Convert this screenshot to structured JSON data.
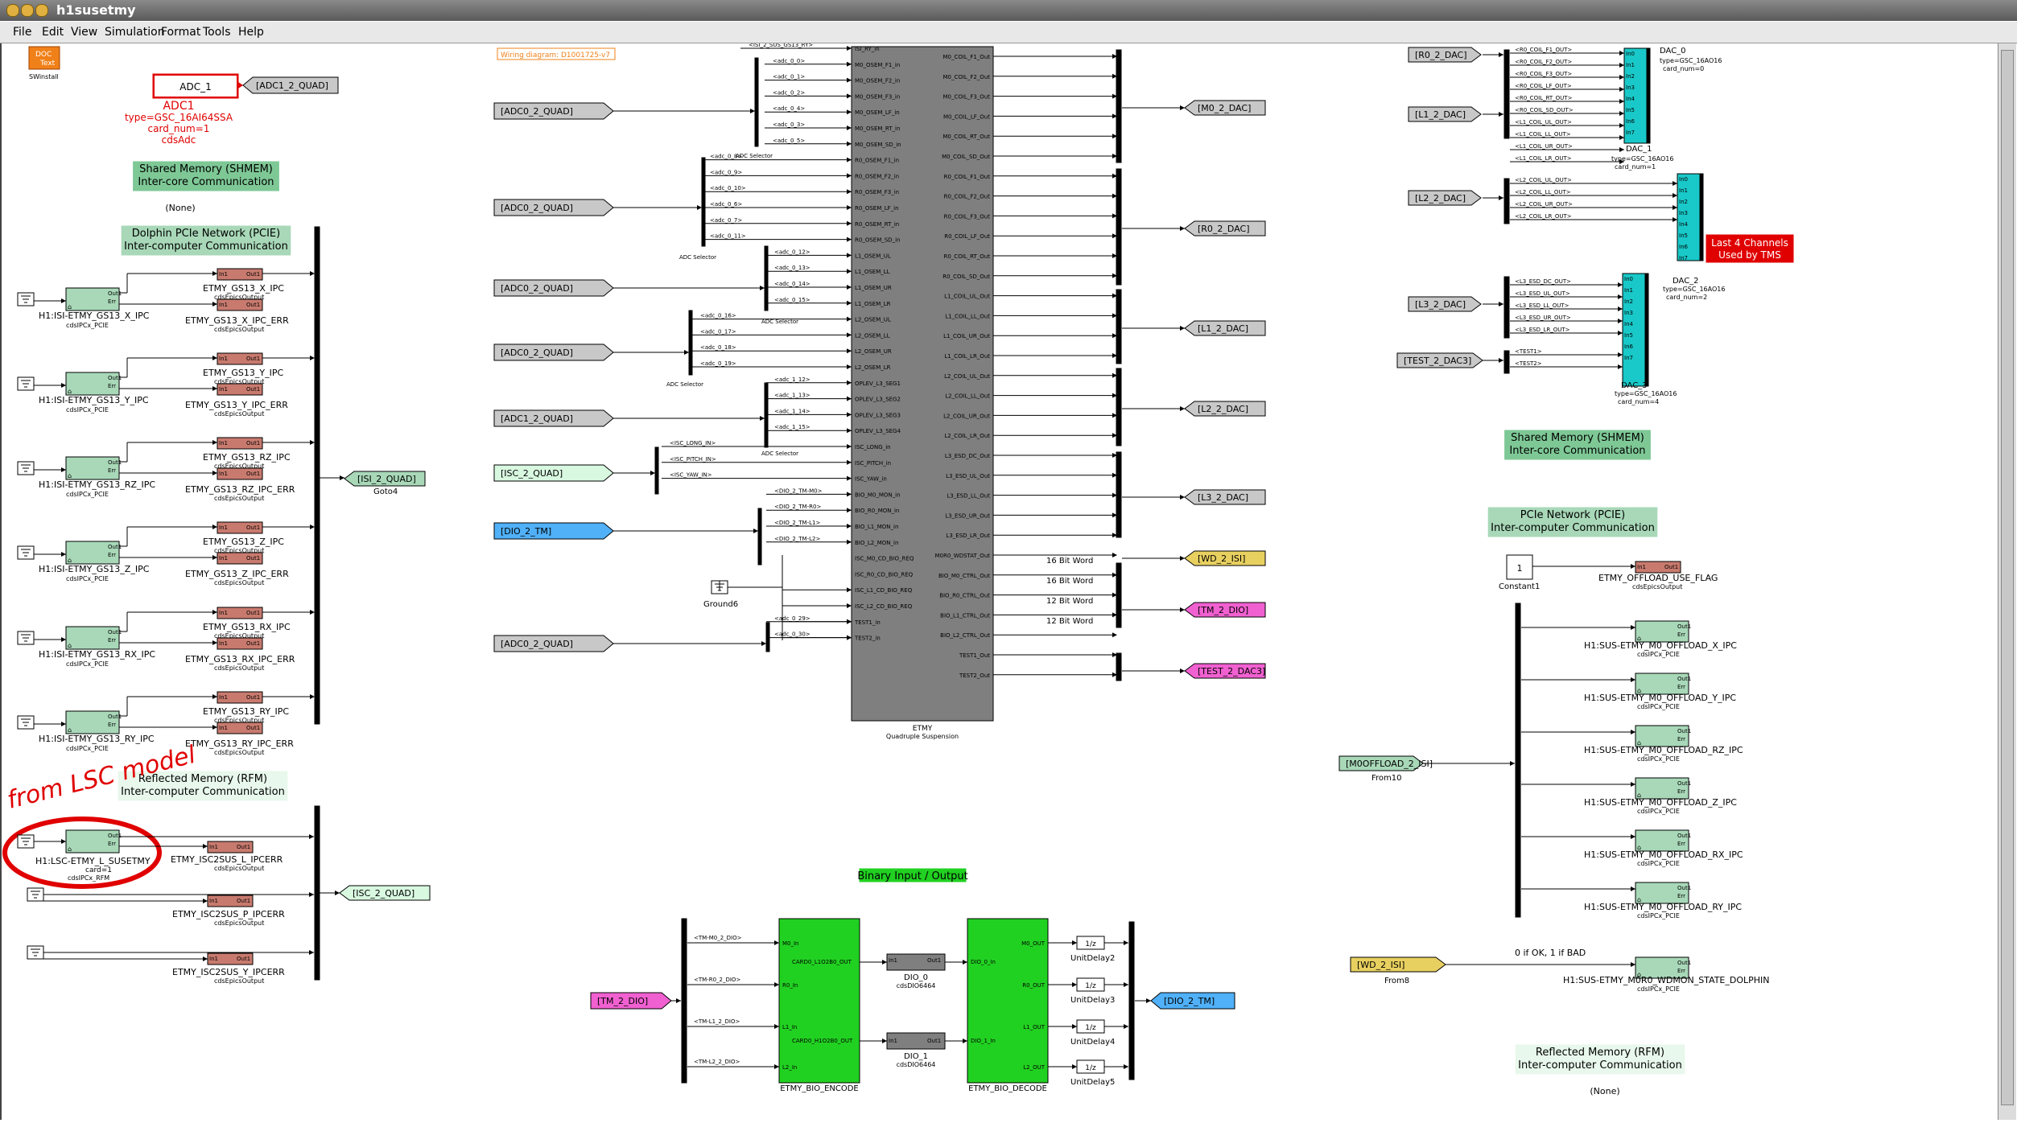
{
  "window": {
    "title": "h1susetmy"
  },
  "menu": [
    "File",
    "Edit",
    "View",
    "Simulation",
    "Format",
    "Tools",
    "Help"
  ],
  "doc_block": {
    "line1": "DOC",
    "line2": "Text",
    "caption": "SWinstall"
  },
  "adc_block": {
    "label": "ADC_1",
    "goto": "[ADC1_2_QUAD]",
    "lines": [
      "ADC1",
      "type=GSC_16AI64SSA",
      "card_num=1",
      "cdsAdc"
    ]
  },
  "wiring_note": "Wiring diagram: D1001725-v7",
  "annotations": {
    "shmem_left": [
      "Shared Memory (SHMEM)",
      "Inter-core Communication"
    ],
    "none_left": "(None)",
    "dolphin": [
      "Dolphin PCIe Network (PCIE)",
      "Inter-computer Communication"
    ],
    "rfm_left": [
      "Reflected Memory (RFM)",
      "Inter-computer Communication"
    ],
    "handwritten": "from LSC model",
    "binary_io": "Binary Input / Output",
    "shmem_right": [
      "Shared Memory (SHMEM)",
      "Inter-core Communication"
    ],
    "pcie_right": [
      "PCIe Network (PCIE)",
      "Inter-computer Communication"
    ],
    "rfm_right": [
      "Reflected Memory (RFM)",
      "Inter-computer Communication"
    ],
    "none_right": "(None)",
    "last4": [
      "Last 4 Channels",
      "Used by TMS"
    ],
    "zero_one": "0 if OK, 1 if BAD"
  },
  "ipc_rows": [
    {
      "ipc": "H1:ISI-ETMY_GS13_X_IPC",
      "epics": "ETMY_GS13_X_IPC",
      "err": "ETMY_GS13_X_IPC_ERR"
    },
    {
      "ipc": "H1:ISI-ETMY_GS13_Y_IPC",
      "epics": "ETMY_GS13_Y_IPC",
      "err": "ETMY_GS13_Y_IPC_ERR"
    },
    {
      "ipc": "H1:ISI-ETMY_GS13_RZ_IPC",
      "epics": "ETMY_GS13_RZ_IPC",
      "err": "ETMY_GS13_RZ_IPC_ERR"
    },
    {
      "ipc": "H1:ISI-ETMY_GS13_Z_IPC",
      "epics": "ETMY_GS13_Z_IPC",
      "err": "ETMY_GS13_Z_IPC_ERR"
    },
    {
      "ipc": "H1:ISI-ETMY_GS13_RX_IPC",
      "epics": "ETMY_GS13_RX_IPC",
      "err": "ETMY_GS13_RX_IPC_ERR"
    },
    {
      "ipc": "H1:ISI-ETMY_GS13_RY_IPC",
      "epics": "ETMY_GS13_RY_IPC",
      "err": "ETMY_GS13_RY_IPC_ERR"
    }
  ],
  "ipc_sub": {
    "pcie": "cdsIPCx_PCIE",
    "epics": "cdsEpicsOutput",
    "rfm": "cdsIPCx_RFM"
  },
  "isi_goto": {
    "label": "[ISI_2_QUAD]",
    "caption": "Goto4"
  },
  "lsc_rows": [
    {
      "ipc": "H1:LSC-ETMY_L_SUSETMY",
      "card": "card=1",
      "err": "ETMY_ISC2SUS_L_IPCERR"
    },
    {
      "err": "ETMY_ISC2SUS_P_IPCERR"
    },
    {
      "err": "ETMY_ISC2SUS_Y_IPCERR"
    }
  ],
  "isc_goto": "[ISC_2_QUAD]",
  "froms_left": [
    "[ADC0_2_QUAD]",
    "[ADC0_2_QUAD]",
    "[ADC0_2_QUAD]",
    "[ADC0_2_QUAD]",
    "[ADC1_2_QUAD]",
    "[ISC_2_QUAD]",
    "[DIO_2_TM]",
    "[ADC0_2_QUAD]"
  ],
  "selector_label": "ADC Selector",
  "ground": "Ground6",
  "etmy": {
    "name": "ETMY",
    "type": "Quadruple Suspension",
    "inputs": [
      "ISI_RY_in",
      "M0_OSEM_F1_in",
      "M0_OSEM_F2_in",
      "M0_OSEM_F3_in",
      "M0_OSEM_LF_in",
      "M0_OSEM_RT_in",
      "M0_OSEM_SD_in",
      "R0_OSEM_F1_in",
      "R0_OSEM_F2_in",
      "R0_OSEM_F3_in",
      "R0_OSEM_LF_in",
      "R0_OSEM_RT_in",
      "R0_OSEM_SD_in",
      "L1_OSEM_UL",
      "L1_OSEM_LL",
      "L1_OSEM_UR",
      "L1_OSEM_LR",
      "L2_OSEM_UL",
      "L2_OSEM_LL",
      "L2_OSEM_UR",
      "L2_OSEM_LR",
      "OPLEV_L3_SEG1",
      "OPLEV_L3_SEG2",
      "OPLEV_L3_SEG3",
      "OPLEV_L3_SEG4",
      "ISC_LONG_in",
      "ISC_PITCH_in",
      "ISC_YAW_in",
      "BIO_M0_MON_in",
      "BIO_R0_MON_in",
      "BIO_L1_MON_in",
      "BIO_L2_MON_in",
      "ISC_M0_CD_BIO_REQ",
      "ISC_R0_CD_BIO_REQ",
      "ISC_L1_CD_BIO_REQ",
      "ISC_L2_CD_BIO_REQ",
      "TEST1_in",
      "TEST2_in"
    ],
    "outputs": [
      "M0_COIL_F1_Out",
      "M0_COIL_F2_Out",
      "M0_COIL_F3_Out",
      "M0_COIL_LF_Out",
      "M0_COIL_RT_Out",
      "M0_COIL_SD_Out",
      "R0_COIL_F1_Out",
      "R0_COIL_F2_Out",
      "R0_COIL_F3_Out",
      "R0_COIL_LF_Out",
      "R0_COIL_RT_Out",
      "R0_COIL_SD_Out",
      "L1_COIL_UL_Out",
      "L1_COIL_LL_Out",
      "L1_COIL_UR_Out",
      "L1_COIL_LR_Out",
      "L2_COIL_UL_Out",
      "L2_COIL_LL_Out",
      "L2_COIL_UR_Out",
      "L2_COIL_LR_Out",
      "L3_ESD_DC_Out",
      "L3_ESD_UL_Out",
      "L3_ESD_LL_Out",
      "L3_ESD_UR_Out",
      "L3_ESD_LR_Out",
      "M0R0_WDSTAT_Out",
      "BIO_M0_CTRL_Out",
      "BIO_R0_CTRL_Out",
      "BIO_L1_CTRL_Out",
      "BIO_L2_CTRL_Out",
      "TEST1_Out",
      "TEST2_Out"
    ]
  },
  "adc_signals": [
    "<ISI_2_SUS_GS13_RY>",
    "<adc_0_0>",
    "<adc_0_1>",
    "<adc_0_2>",
    "<adc_0_4>",
    "<adc_0_3>",
    "<adc_0_5>",
    "<adc_0_8>",
    "<adc_0_9>",
    "<adc_0_10>",
    "<adc_0_6>",
    "<adc_0_7>",
    "<adc_0_11>",
    "<adc_0_12>",
    "<adc_0_13>",
    "<adc_0_14>",
    "<adc_0_15>",
    "<adc_0_16>",
    "<adc_0_17>",
    "<adc_0_18>",
    "<adc_0_19>",
    "<adc_1_12>",
    "<adc_1_13>",
    "<adc_1_14>",
    "<adc_1_15>",
    "<ISC_LONG_IN>",
    "<ISC_PITCH_IN>",
    "<ISC_YAW_IN>",
    "<DIO_2_TM-M0>",
    "<DIO_2_TM-R0>",
    "<DIO_2_TM-L1>",
    "<DIO_2_TM-L2>",
    "",
    "",
    "",
    "",
    "<adc_0_29>",
    "<adc_0_30>"
  ],
  "gotos_right": [
    "[M0_2_DAC]",
    "[R0_2_DAC]",
    "[L1_2_DAC]",
    "[L2_2_DAC]",
    "[L3_2_DAC]",
    "[WD_2_ISI]",
    "[TM_2_DIO]",
    "[TEST_2_DAC3]"
  ],
  "word_labels": [
    "16 Bit Word",
    "16 Bit Word",
    "12 Bit Word",
    "12 Bit Word"
  ],
  "dac_froms": [
    "[R0_2_DAC]",
    "[L1_2_DAC]",
    "[L2_2_DAC]",
    "[L3_2_DAC]",
    "[TEST_2_DAC3]"
  ],
  "dac_signals": [
    [
      "<R0_COIL_F1_OUT>",
      "<R0_COIL_F2_OUT>",
      "<R0_COIL_F3_OUT>",
      "<R0_COIL_LF_OUT>",
      "<R0_COIL_RT_OUT>",
      "<R0_COIL_SD_OUT>",
      "<L1_COIL_UL_OUT>",
      "<L1_COIL_LL_OUT>",
      "<L1_COIL_UR_OUT>",
      "<L1_COIL_LR_OUT>"
    ],
    [
      "<L2_COIL_UL_OUT>",
      "<L2_COIL_LL_OUT>",
      "<L2_COIL_UR_OUT>",
      "<L2_COIL_LR_OUT>"
    ],
    [
      "<L3_ESD_DC_OUT>",
      "<L3_ESD_UL_OUT>",
      "<L3_ESD_LL_OUT>",
      "<L3_ESD_UR_OUT>",
      "<L3_ESD_LR_OUT>",
      "<TEST1>",
      "<TEST2>"
    ]
  ],
  "dacs": [
    {
      "name": "DAC_0",
      "type": "type=GSC_16AO16",
      "card": "card_num=0"
    },
    {
      "name": "DAC_1",
      "type": "type=GSC_16AO16",
      "card": "card_num=1"
    },
    {
      "name": "DAC_2",
      "type": "type=GSC_16AO16",
      "card": "card_num=2"
    },
    {
      "name": "DAC_3",
      "type": "type=GSC_16AO16",
      "card": "card_num=4"
    }
  ],
  "dac_ports": [
    "In0",
    "In1",
    "In2",
    "In3",
    "In4",
    "In5",
    "In6",
    "In7"
  ],
  "constant": {
    "value": "1",
    "caption": "Constant1",
    "epics": "ETMY_OFFLOAD_USE_FLAG"
  },
  "offload_from": {
    "label": "[M0OFFLOAD_2_ISI]",
    "caption": "From10"
  },
  "offload_rows": [
    "H1:SUS-ETMY_M0_OFFLOAD_X_IPC",
    "H1:SUS-ETMY_M0_OFFLOAD_Y_IPC",
    "H1:SUS-ETMY_M0_OFFLOAD_RZ_IPC",
    "H1:SUS-ETMY_M0_OFFLOAD_Z_IPC",
    "H1:SUS-ETMY_M0_OFFLOAD_RX_IPC",
    "H1:SUS-ETMY_M0_OFFLOAD_RY_IPC"
  ],
  "wd_from": {
    "label": "[WD_2_ISI]",
    "caption": "From8",
    "target": "H1:SUS-ETMY_M0R0_WDMON_STATE_DOLPHIN"
  },
  "bio": {
    "from_tm": "[TM_2_DIO]",
    "in_signals": [
      "<TM-M0_2_DIO>",
      "<TM-R0_2_DIO>",
      "<TM-L1_2_DIO>",
      "<TM-L2_2_DIO>"
    ],
    "encode": {
      "name": "ETMY_BIO_ENCODE",
      "ports_in": [
        "M0_In",
        "R0_In",
        "L1_In",
        "L2_In"
      ],
      "ports_out": [
        "CARD0_L1O2B0_OUT",
        "CARD0_H1O2B0_OUT"
      ]
    },
    "dio0": {
      "name": "DIO_0",
      "type": "cdsDIO6464"
    },
    "dio1": {
      "name": "DIO_1",
      "type": "cdsDIO6464"
    },
    "decode": {
      "name": "ETMY_BIO_DECODE",
      "ports_in": [
        "DIO_0_In",
        "DIO_1_In"
      ],
      "ports_out": [
        "M0_OUT",
        "R0_OUT",
        "L1_OUT",
        "L2_OUT"
      ]
    },
    "delays": [
      "UnitDelay2",
      "UnitDelay3",
      "UnitDelay4",
      "UnitDelay5"
    ],
    "goto": "[DIO_2_TM]"
  },
  "port_labels": {
    "out1": "Out1",
    "err": "Err",
    "in1": "In1",
    "z": "1/z"
  },
  "colors": {
    "goto_gray": "#c8c8c8",
    "epics_red": "#c87a6e",
    "ipc_green": "#a8d8b8",
    "dac_cyan": "#19c8c8",
    "bio_green": "#21d121",
    "etmy_gray": "#7f7f7f",
    "yellow": "#e8d060",
    "magenta": "#f060d0",
    "blue": "#50b0f8",
    "isc_green": "#d8f8e0",
    "highlight": "#e84040"
  }
}
